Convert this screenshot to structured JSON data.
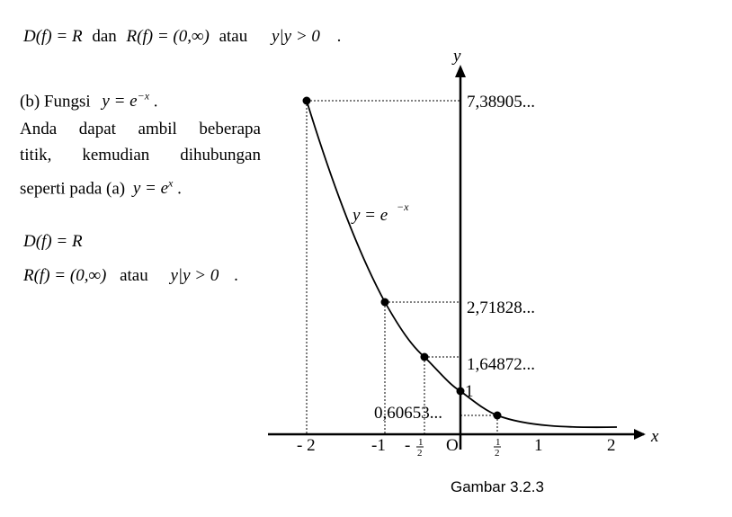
{
  "text": {
    "line1_domain": "D(f) = R",
    "line1_dan": "dan",
    "line1_range": "R(f) = (0,∞)",
    "line1_atau": "atau",
    "line1_set": "y|y > 0",
    "line1_dot": ".",
    "b_label": "(b) Fungsi",
    "b_function": "y = e",
    "b_exp": "−x",
    "b_dot": ".",
    "para_line1": "Anda dapat ambil beberapa",
    "para_line2": "titik, kemudian dihubungan",
    "para_line3": "seperti pada (a)",
    "para_func": "y = e",
    "para_exp": "x",
    "para_dot": ".",
    "domain2": "D(f) = R",
    "range2": "R(f) = (0,∞)",
    "atau2": "atau",
    "set2": "y|y > 0",
    "dot2": "."
  },
  "graph": {
    "x_axis_label": "x",
    "y_axis_label": "y",
    "curve_label": "y = e",
    "curve_label_exp": "−x",
    "origin_label": "O",
    "x_ticks": [
      "- 2",
      "-1",
      "- ",
      "1",
      "2"
    ],
    "half_num": "1",
    "half_den": "2",
    "y_values": {
      "e2": "7,38905...",
      "e1": "2,71828...",
      "ehalf": "1,64872...",
      "one": "1",
      "eneghalf": "0,60653..."
    },
    "points": [
      {
        "x": -2,
        "y": 7.38905
      },
      {
        "x": -1,
        "y": 2.71828
      },
      {
        "x": -0.5,
        "y": 1.64872
      },
      {
        "x": 0,
        "y": 1
      },
      {
        "x": 0.5,
        "y": 0.60653
      }
    ]
  },
  "caption": "Gambar 3.2.3"
}
